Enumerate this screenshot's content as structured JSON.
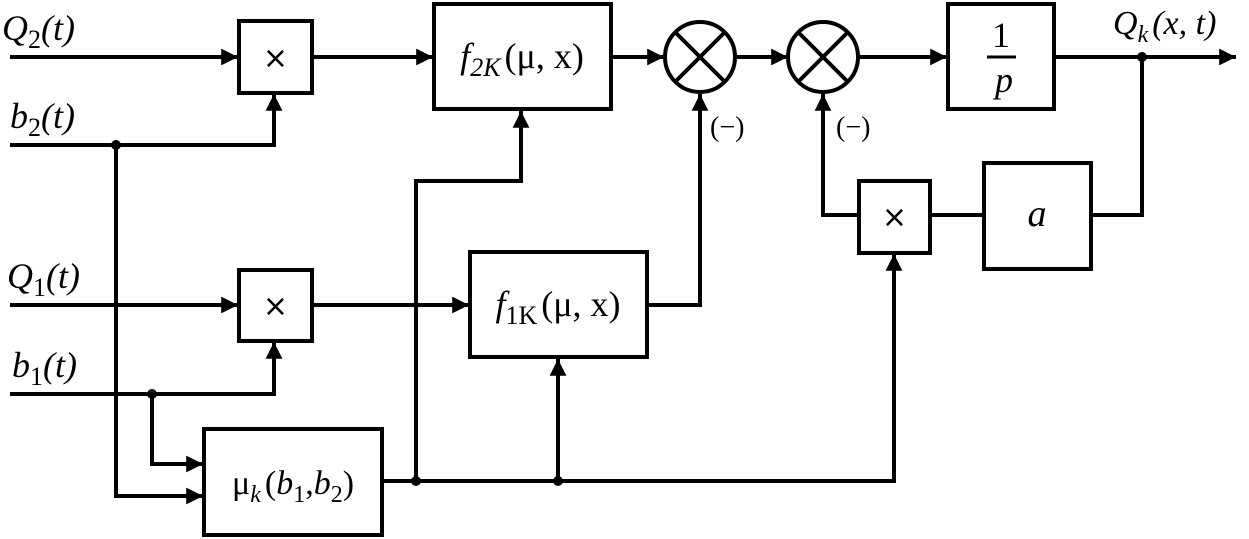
{
  "diagram": {
    "type": "block-diagram",
    "inputs": {
      "q2": {
        "main": "Q",
        "sub": "2",
        "arg": "(t)"
      },
      "b2": {
        "main": "b",
        "sub": "2",
        "arg": "(t)"
      },
      "q1": {
        "main": "Q",
        "sub": "1",
        "arg": "(t)"
      },
      "b1": {
        "main": "b",
        "sub": "1",
        "arg": "(t)"
      }
    },
    "blocks": {
      "mult_top": {
        "symbol": "×"
      },
      "mult_mid": {
        "symbol": "×"
      },
      "mult_feedback": {
        "symbol": "×"
      },
      "f2k": {
        "func": "f",
        "sub": "2K",
        "args": "(μ, x)"
      },
      "f1k": {
        "func": "f",
        "sub": "1K",
        "args": "(μ, x)"
      },
      "mu": {
        "func": "μ",
        "sub": "k",
        "open": "(",
        "a1": "b",
        "a1sub": "1",
        "sep": ",",
        "a2": "b",
        "a2sub": "2",
        "close": ")"
      },
      "integrator": {
        "numerator": "1",
        "denominator": "p"
      },
      "gain": {
        "symbol": "a"
      }
    },
    "summing_junctions": {
      "sum1": {
        "sign": "(−)"
      },
      "sum2": {
        "sign": "(−)"
      }
    },
    "output": {
      "main": "Q",
      "sub": "k",
      "arg": "(x, t)"
    }
  }
}
